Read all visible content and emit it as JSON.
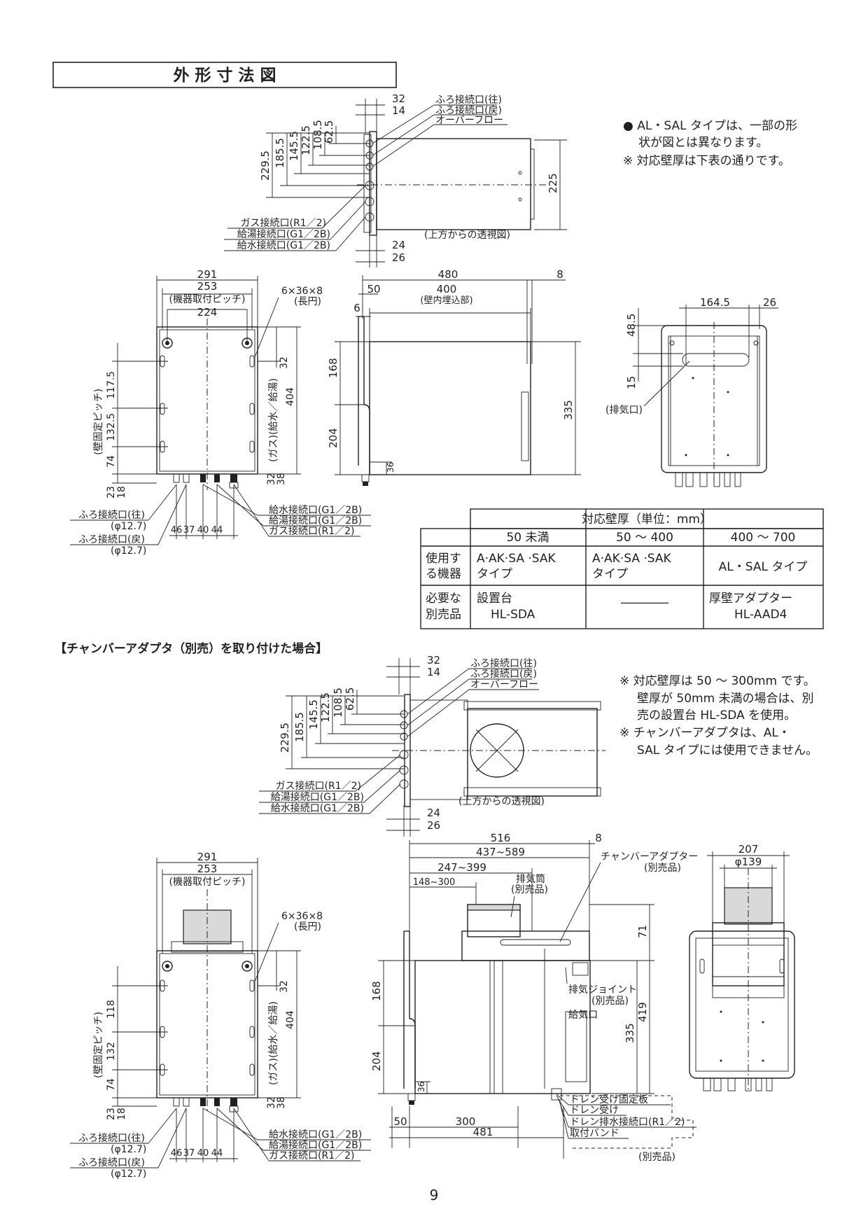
{
  "page": {
    "title": "外 形 寸 法 図",
    "page_number": "9"
  },
  "notes": {
    "top": [
      "● AL・SAL タイプは、一部の形",
      "状が図とは異なります。",
      "※ 対応壁厚は下表の通りです。"
    ],
    "chamber": [
      "※ 対応壁厚は 50 ～ 300mm です。",
      "壁厚が 50mm 未満の場合は、別",
      "売の設置台 HL-SDA を使用。",
      "※ チャンバーアダプタは、AL・",
      "SAL タイプには使用できません。"
    ]
  },
  "section2_title": "【チャンバーアダプタ（別売）を取り付けた場合】",
  "table": {
    "header": "対応壁厚（単位：mm）",
    "columns": [
      "50 未満",
      "50 ～ 400",
      "400 ～ 700"
    ],
    "rows": [
      {
        "label": [
          "使用す",
          "る機器"
        ],
        "cells": [
          [
            "A·AK·SA ·SAK",
            "タイプ"
          ],
          [
            "A·AK·SA ·SAK",
            "タイプ"
          ],
          [
            "AL・SAL タイプ"
          ]
        ]
      },
      {
        "label": [
          "必要な",
          "別売品"
        ],
        "cells": [
          [
            "設置台",
            "HL-SDA"
          ],
          [
            "――――"
          ],
          [
            "厚壁アダプター",
            "HL-AAD4"
          ]
        ]
      }
    ]
  },
  "top_view": {
    "dims_top": [
      "32",
      "14"
    ],
    "dims_bottom": [
      "24",
      "26"
    ],
    "dims_left": [
      "229.5",
      "185.5",
      "145.5",
      "122.5",
      "108.5",
      "62.5"
    ],
    "depth": "225",
    "labels_right": [
      "ふろ接続口(往)",
      "ふろ接続口(戻)",
      "オーバーフロー"
    ],
    "labels_left": [
      "ガス接続口(R1／2)",
      "給湯接続口(G1／2B)",
      "給水接続口(G1／2B)"
    ],
    "caption": "(上方からの透視図)"
  },
  "front_view": {
    "dims_top": [
      "291",
      "253",
      "(機器取付ピッチ)",
      "224"
    ],
    "hole": [
      "6×36×8",
      "(長円)"
    ],
    "dims_left": [
      "117.5",
      "132.5",
      "74",
      "23",
      "18"
    ],
    "left_caption": "(壁固定ピッチ)",
    "dims_right": [
      "404",
      "32",
      "32",
      "38"
    ],
    "right_caption": "(ガス)(給水／給湯)",
    "dims_bottom": [
      "46",
      "37",
      "40",
      "44"
    ],
    "labels_left": [
      "ふろ接続口(往)",
      "(φ12.7)",
      "ふろ接続口(戻)",
      "(φ12.7)"
    ],
    "labels_right": [
      "給水接続口(G1／2B)",
      "給湯接続口(G1／2B)",
      "ガス接続口(R1／2)"
    ]
  },
  "side_view": {
    "dims": [
      "480",
      "8",
      "50",
      "400",
      "(壁内埋込部)",
      "6",
      "168",
      "204",
      "335",
      "36"
    ]
  },
  "back_view": {
    "dims": [
      "164.5",
      "26",
      "48.5",
      "15"
    ],
    "label": "(排気口)"
  },
  "chamber_top_view": {
    "dims_top": [
      "32",
      "14"
    ],
    "dims_bottom": [
      "24",
      "26"
    ],
    "dims_left": [
      "229.5",
      "185.5",
      "145.5",
      "122.5",
      "108.5",
      "62.5"
    ],
    "labels_right": [
      "ふろ接続口(往)",
      "ふろ接続口(戻)",
      "オーバーフロー"
    ],
    "labels_left": [
      "ガス接続口(R1／2)",
      "給湯接続口(G1／2B)",
      "給水接続口(G1／2B)"
    ],
    "caption": "(上方からの透視図)"
  },
  "chamber_front_view": {
    "dims_top": [
      "291",
      "253",
      "(機器取付ピッチ)"
    ],
    "hole": [
      "6×36×8",
      "(長円)"
    ],
    "dims_left": [
      "118",
      "132",
      "74",
      "23",
      "18"
    ],
    "left_caption": "(壁固定ピッチ)",
    "dims_right": [
      "404",
      "32",
      "32",
      "38"
    ],
    "right_caption": "(ガス)(給水／給湯)",
    "dims_bottom": [
      "46",
      "37",
      "40",
      "44"
    ],
    "labels_left": [
      "ふろ接続口(往)",
      "(φ12.7)",
      "ふろ接続口(戻)",
      "(φ12.7)"
    ],
    "labels_right": [
      "給水接続口(G1／2B)",
      "給湯接続口(G1／2B)",
      "ガス接続口(R1／2)"
    ]
  },
  "chamber_side_view": {
    "dims": [
      "516",
      "8",
      "437~589",
      "247~399",
      "148~300",
      "71",
      "168",
      "204",
      "419",
      "335",
      "36",
      "50",
      "300",
      "481"
    ],
    "labels": [
      "チャンバーアダプター",
      "(別売品)",
      "排気筒",
      "(別売品)",
      "排気ジョイント",
      "(別売品)",
      "給気口"
    ],
    "drain_labels": [
      "ドレン受け固定板",
      "ドレン受け",
      "ドレン排水接続口(R1／2)",
      "取付バンド",
      "(別売品)"
    ]
  },
  "chamber_back_view": {
    "dims": [
      "207",
      "φ139"
    ]
  }
}
